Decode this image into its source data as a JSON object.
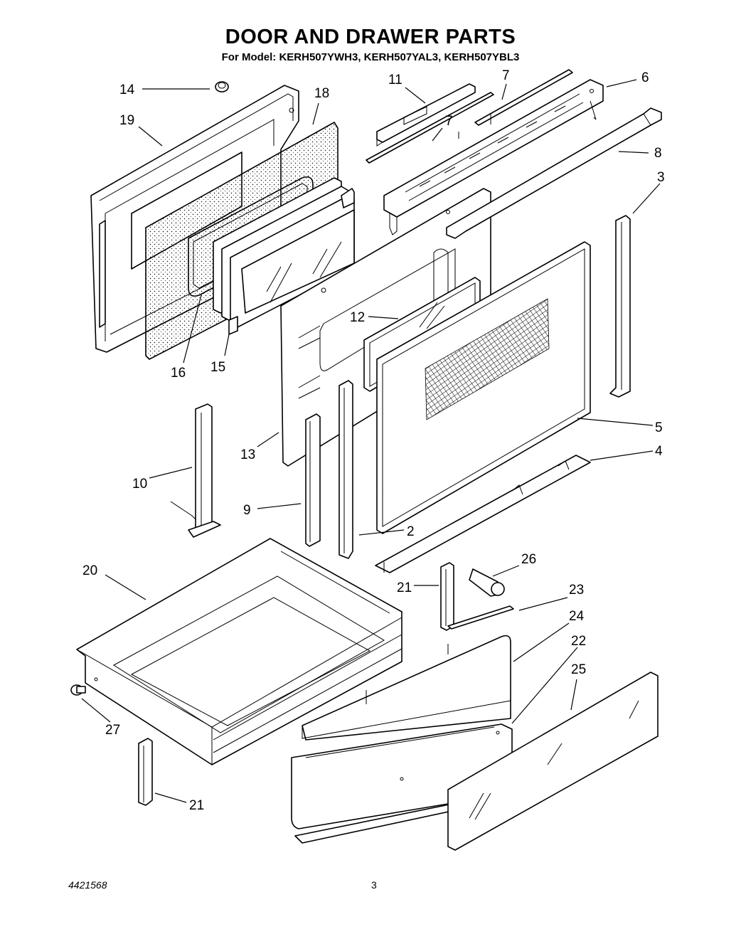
{
  "title": "DOOR AND DRAWER PARTS",
  "subtitle": "For Model: KERH507YWH3, KERH507YAL3, KERH507YBL3",
  "footer": {
    "document_number": "4421568",
    "page_number": "3"
  },
  "callouts": {
    "c14": "14",
    "c18": "18",
    "c19": "19",
    "c11": "11",
    "c7a": "7",
    "c7b": "7",
    "c6": "6",
    "c8": "8",
    "c3": "3",
    "c16": "16",
    "c15": "15",
    "c12": "12",
    "c5": "5",
    "c4": "4",
    "c13": "13",
    "c10": "10",
    "c9": "9",
    "c2": "2",
    "c20": "20",
    "c26": "26",
    "c21a": "21",
    "c23": "23",
    "c24": "24",
    "c22": "22",
    "c25": "25",
    "c27": "27",
    "c21b": "21"
  }
}
